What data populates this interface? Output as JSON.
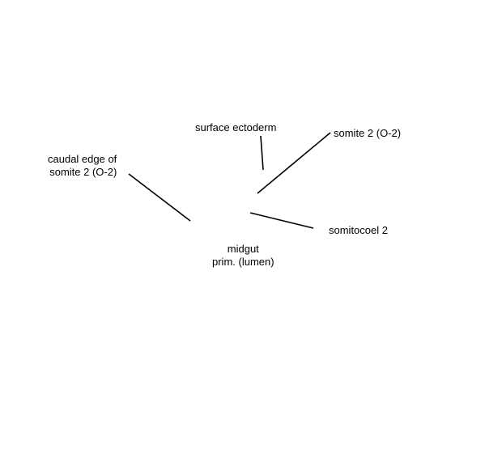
{
  "labels": {
    "surface_ectoderm": "surface ectoderm",
    "somite_2": "somite 2 (O-2)",
    "caudal_edge": {
      "line1": "caudal edge of",
      "line2": "somite 2 (O-2)"
    },
    "somitocoel_2": "somitocoel 2",
    "midgut": {
      "line1": "midgut",
      "line2": "prim. (lumen)"
    }
  },
  "colors": {
    "background": "#ffffff",
    "ink": "#000000"
  }
}
